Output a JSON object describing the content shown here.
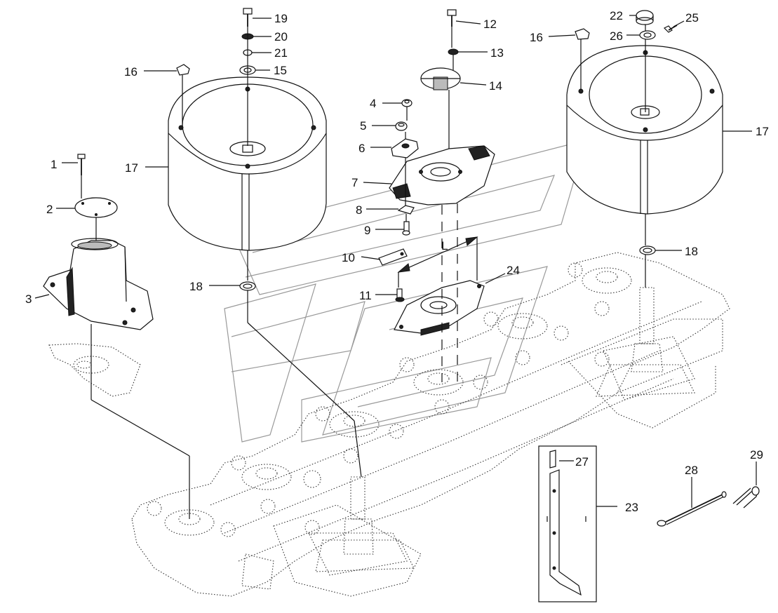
{
  "figure": {
    "callouts": [
      {
        "label": "1"
      },
      {
        "label": "2"
      },
      {
        "label": "3"
      },
      {
        "label": "4"
      },
      {
        "label": "5"
      },
      {
        "label": "6"
      },
      {
        "label": "7"
      },
      {
        "label": "8"
      },
      {
        "label": "9"
      },
      {
        "label": "10"
      },
      {
        "label": "11"
      },
      {
        "label": "12"
      },
      {
        "label": "13"
      },
      {
        "label": "14"
      },
      {
        "label": "15"
      },
      {
        "label": "16"
      },
      {
        "label": "16"
      },
      {
        "label": "17"
      },
      {
        "label": "17"
      },
      {
        "label": "18"
      },
      {
        "label": "18"
      },
      {
        "label": "19"
      },
      {
        "label": "20"
      },
      {
        "label": "21"
      },
      {
        "label": "22"
      },
      {
        "label": "23"
      },
      {
        "label": "24"
      },
      {
        "label": "25"
      },
      {
        "label": "26"
      },
      {
        "label": "27"
      },
      {
        "label": "28"
      },
      {
        "label": "29"
      }
    ],
    "dimension_label": "L"
  }
}
